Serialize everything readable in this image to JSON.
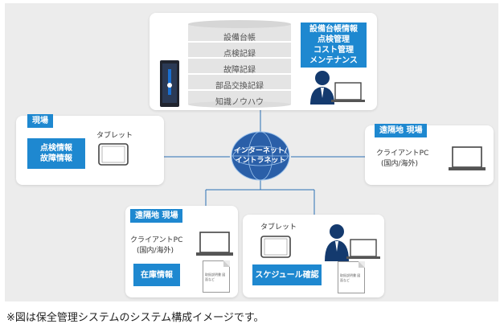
{
  "server": {
    "db_layers": [
      "設備台帳",
      "点検記録",
      "故障記録",
      "部品交換記録",
      "知識ノウハウ"
    ],
    "info_lines": [
      "設備台帳情報",
      "点検管理",
      "コスト管理",
      "メンテナンス"
    ]
  },
  "network": {
    "label_line1": "インターネット/",
    "label_line2": "イントラネット"
  },
  "site": {
    "tag": "現場",
    "info_lines": [
      "点検情報",
      "故障情報"
    ],
    "device_label": "タブレット"
  },
  "remote_right": {
    "tag": "遠隔地 現場",
    "device_label": "クライアントPC",
    "device_sub": "(国内/海外)"
  },
  "remote_left": {
    "tag": "遠隔地 現場",
    "device_label": "クライアントPC",
    "device_sub": "(国内/海外)",
    "info_label": "在庫情報",
    "doc_text": "取扱説明書 図面など"
  },
  "schedule": {
    "device_label": "タブレット",
    "info_label": "スケジュール確認",
    "doc_text": "取扱説明書 図面など"
  },
  "footnote": "※図は保全管理システムのシステム構成イメージです。",
  "colors": {
    "accent": "#1e88d0",
    "background": "#ececec",
    "dark_blue": "#143a6e"
  }
}
